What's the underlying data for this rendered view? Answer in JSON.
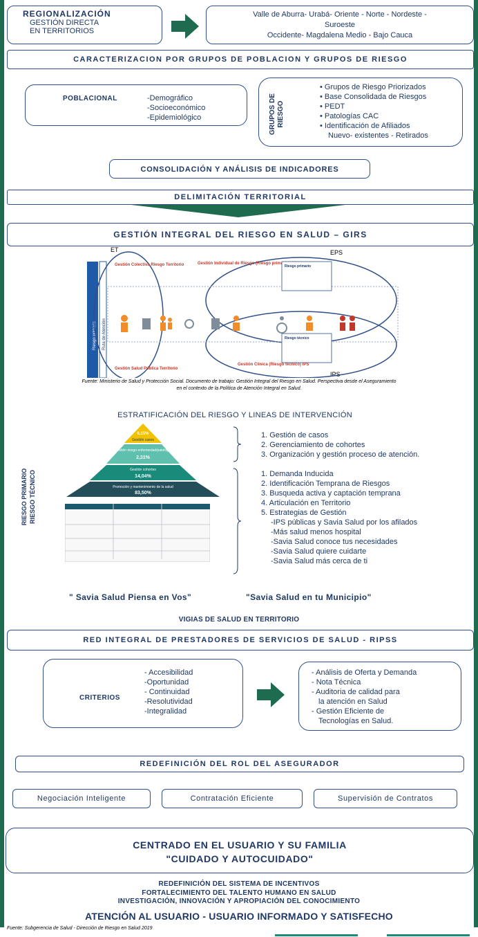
{
  "regionalizacion": {
    "title": "REGIONALIZACIÓN",
    "line2": "GESTIÓN DIRECTA",
    "line3": "EN TERRITORIOS",
    "regions_l1": "Valle de Aburra- Urabá- Oriente - Norte - Nordeste -",
    "regions_l2": "Suroeste",
    "regions_l3": "Occidente- Magdalena Medio - Bajo Cauca"
  },
  "caracterizacion": "CARACTERIZACION POR GRUPOS DE POBLACION Y GRUPOS DE RIESGO",
  "poblacional": {
    "label": "POBLACIONAL",
    "items": [
      "-Demográfico",
      "-Socioeconómico",
      "-Epidemiológico"
    ]
  },
  "grupos_riesgo": {
    "label_1": "GRUPOS DE",
    "label_2": "RIESGO",
    "items": [
      "Grupos de Riesgo Priorizados",
      "Base Consolidada de Riesgos",
      "PEDT",
      "Patologías CAC",
      "Identificación de Afiliados",
      "Nuevo- existentes - Retirados"
    ]
  },
  "consolidacion": "CONSOLIDACIÓN Y ANÁLISIS DE INDICADORES",
  "delimitacion": "DELIMITACIÓN TERRITORIAL",
  "girs": "GESTIÓN INTEGRAL DEL RIESGO EN SALUD – GIRS",
  "girs_diagram": {
    "et": "ET",
    "eps": "EPS",
    "ips": "IPS",
    "gestion_colectiva": "Gestión Colectiva Riesgo Territorio",
    "gestion_individual": "Gestión Individual de Riesgo (Riesgo primario) EPS",
    "gestion_salud_publica": "Gestión Salud Pública Territorio",
    "gestion_clinica": "Gestión Clínica (Riesgo técnico) IPS",
    "ruta": "Ruta de Atención",
    "riesgo_primario": "Riesgo primario",
    "riesgo_tecnico": "Riesgo técnico"
  },
  "fuente_1_l1": "Fuente: Ministerio de Salud y Protección Social. Documento de trabajo: Gestión Integral del Riesgo en Salud. Perspectiva desde el Aseguramiento",
  "fuente_1_l2": "en el contexto de la Política de Atención Integral en Salud.",
  "estratificacion": "ESTRATIFICACIÓN DEL RIESGO Y LINEAS DE INTERVENCIÓN",
  "pyramid": {
    "top_pct": "6,15%",
    "top_label": "Gestión casos",
    "l2_label": "Gestión riesgo enfermedad/patología",
    "l2_pct": "2,31%",
    "l3_label": "Gestión cohortes",
    "l3_pct": "14,04%",
    "base_label": "Promoción y mantenimiento de la salud",
    "base_pct": "83,50%"
  },
  "riesgo_side_1": "RIESGO PRIMARIO",
  "riesgo_side_2": "RIESGO TÉCNICO",
  "lineas_top": [
    "1. Gestión de casos",
    "2. Gerenciamiento de cohortes",
    "3. Organización y gestión proceso de atención."
  ],
  "lineas_bottom": [
    "1. Demanda Inducida",
    "2. Identificación Temprana de Riesgos",
    "3. Busqueda activa y captación temprana",
    "4. Articulación en Territorio",
    "5. Estrategias de Gestión",
    "-IPS públicas y Savia Salud por los afilados",
    "-Más salud menos hospital",
    "-Savia Salud conoce tus necesidades",
    "-Savia Salud quiere cuidarte",
    "-Savia Salud más cerca de ti"
  ],
  "slogan_1": "\" Savia Salud Piensa en Vos\"",
  "slogan_2": "\"Savia Salud en tu Municipio\"",
  "vigias": "VIGIAS DE SALUD EN TERRITORIO",
  "ripss": "RED INTEGRAL DE PRESTADORES DE SERVICIOS DE SALUD - RIPSS",
  "criterios": {
    "label": "CRITERIOS",
    "items": [
      "- Accesibilidad",
      "-Oportunidad",
      "- Continuidad",
      "-Resolutividad",
      "-Integralidad"
    ]
  },
  "analisis": [
    "- Análisis de Oferta y Demanda",
    "- Nota Técnica",
    "- Auditoria de calidad para",
    "la atención en Salud",
    "- Gestión Eficiente de",
    "Tecnologías en Salud."
  ],
  "redefinicion_rol": "REDEFINICIÓN DEL ROL DEL ASEGURADOR",
  "negociacion": "Negociación Inteligente",
  "contratacion": "Contratación Eficiente",
  "supervision": "Supervisión de Contratos",
  "centrado_1": "CENTRADO EN EL USUARIO Y SU FAMILIA",
  "centrado_2": "\"CUIDADO Y AUTOCUIDADO\"",
  "bottom_lines": [
    "REDEFINICIÓN DEL SISTEMA DE INCENTIVOS",
    "FORTALECIMIENTO DEL TALENTO HUMANO EN SALUD",
    "INVESTIGACIÓN, INNOVACIÓN Y APROPIACIÓN DEL CONOCIMIENTO"
  ],
  "atencion": "ATENCIÓN AL USUARIO  - USUARIO INFORMADO  Y SATISFECHO",
  "fuente_2": "Fuente: Subgerencia de Salud - Dirección de Riesgo en Salud 2019",
  "colors": {
    "navy": "#1f3864",
    "green": "#1e6b4f",
    "teal": "#1a8a7a",
    "yellow": "#f2c200"
  }
}
